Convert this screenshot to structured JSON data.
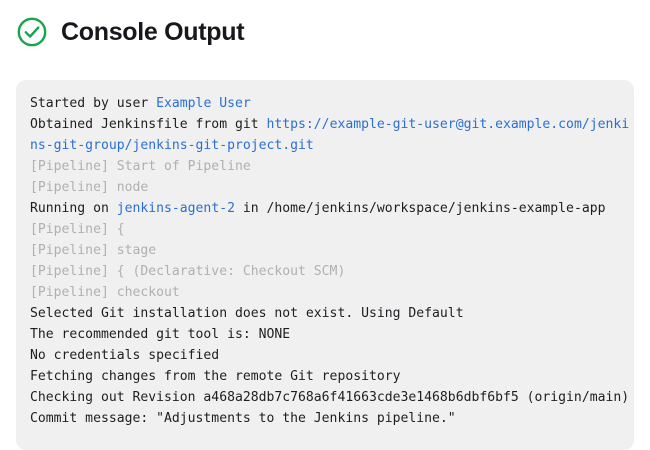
{
  "header": {
    "title": "Console Output",
    "status_icon": "check-circle-icon",
    "status_color": "#17a44a"
  },
  "console": {
    "background_color": "#f0f0f0",
    "text_color": "#1c1e21",
    "link_color": "#2a6fd6",
    "muted_color": "#b0b0b0",
    "lines": [
      [
        {
          "text": "Started by user ",
          "style": "plain"
        },
        {
          "text": "Example User",
          "style": "link"
        }
      ],
      [
        {
          "text": "Obtained Jenkinsfile from git ",
          "style": "plain"
        },
        {
          "text": "https://example-git-user@git.example.com/jenkins-git-group/jenkins-git-project.git",
          "style": "link"
        }
      ],
      [
        {
          "text": "[Pipeline] Start of Pipeline",
          "style": "muted"
        }
      ],
      [
        {
          "text": "[Pipeline] node",
          "style": "muted"
        }
      ],
      [
        {
          "text": "Running on ",
          "style": "plain"
        },
        {
          "text": "jenkins-agent-2",
          "style": "link"
        },
        {
          "text": " in /home/jenkins/workspace/jenkins-example-app",
          "style": "plain"
        }
      ],
      [
        {
          "text": "[Pipeline] {",
          "style": "muted"
        }
      ],
      [
        {
          "text": "[Pipeline] stage",
          "style": "muted"
        }
      ],
      [
        {
          "text": "[Pipeline] { (Declarative: Checkout SCM)",
          "style": "muted"
        }
      ],
      [
        {
          "text": "[Pipeline] checkout",
          "style": "muted"
        }
      ],
      [
        {
          "text": "Selected Git installation does not exist. Using Default",
          "style": "plain"
        }
      ],
      [
        {
          "text": "The recommended git tool is: NONE",
          "style": "plain"
        }
      ],
      [
        {
          "text": "No credentials specified",
          "style": "plain"
        }
      ],
      [
        {
          "text": "Fetching changes from the remote Git repository",
          "style": "plain"
        }
      ],
      [
        {
          "text": "Checking out Revision a468a28db7c768a6f41663cde3e1468b6dbf6bf5 (origin/main)",
          "style": "plain"
        }
      ],
      [
        {
          "text": "Commit message: \"Adjustments to the Jenkins pipeline.\"",
          "style": "plain"
        }
      ]
    ]
  }
}
